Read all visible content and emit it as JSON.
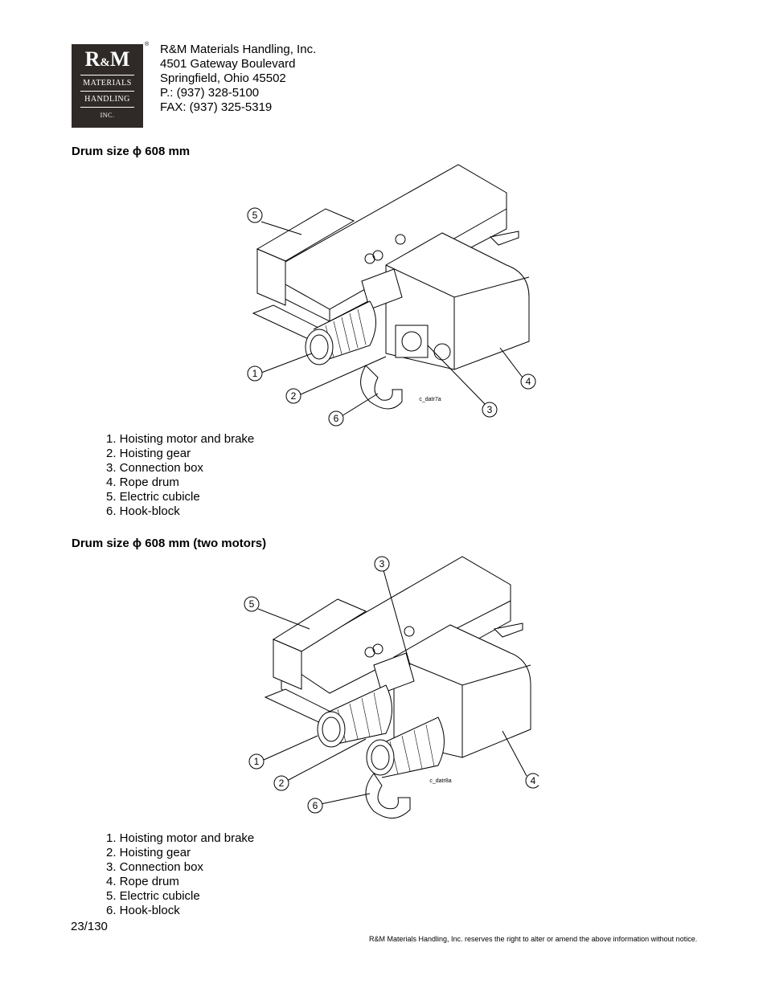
{
  "logo": {
    "rm": "R&M",
    "line1": "MATERIALS",
    "line2": "HANDLING",
    "line3": "INC.",
    "registered": "®"
  },
  "address": [
    "R&M Materials Handling, Inc.",
    "4501 Gateway Boulevard",
    "Springfield, Ohio 45502",
    "P.: (937) 328-5100",
    "FAX: (937) 325-5319"
  ],
  "section1": {
    "heading": "Drum size ϕ 608 mm",
    "figure_code": "c_datr7a",
    "items": [
      "1. Hoisting motor and brake",
      "2. Hoisting gear",
      "3. Connection box",
      "4. Rope drum",
      "5. Electric cubicle",
      "6. Hook-block"
    ]
  },
  "section2": {
    "heading": "Drum size ϕ 608 mm (two motors)",
    "figure_code": "c_datr8a",
    "items": [
      "1. Hoisting motor and brake",
      "2. Hoisting gear",
      "3. Connection box",
      "4. Rope drum",
      "5. Electric cubicle",
      "6. Hook-block"
    ]
  },
  "callouts": [
    "1",
    "2",
    "3",
    "4",
    "5",
    "6"
  ],
  "page_number": "23/130",
  "footer": "R&M Materials Handling, Inc. reserves the right to alter or amend the above information without notice."
}
